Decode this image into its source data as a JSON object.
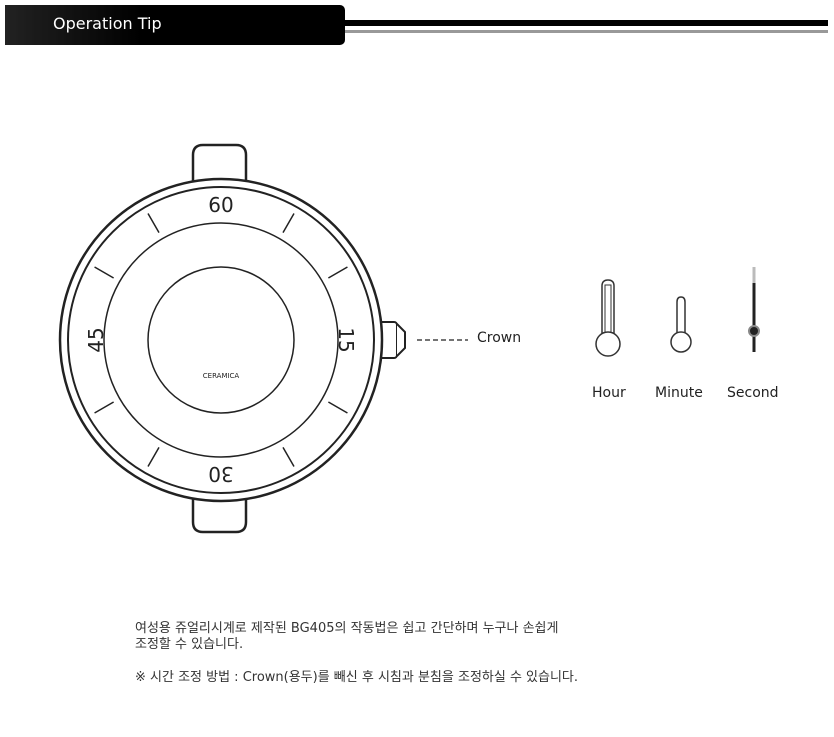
{
  "header": {
    "title": "Operation Tip"
  },
  "watch": {
    "brand": "CERAMICA",
    "bezel_numbers": [
      "60",
      "15",
      "30",
      "45"
    ],
    "crown_label": "Crown"
  },
  "hands": [
    {
      "label": "Hour"
    },
    {
      "label": "Minute"
    },
    {
      "label": "Second"
    }
  ],
  "description": {
    "line1": "여성용 쥬얼리시계로 제작된 BG405의 작동법은 쉽고 간단하며 누구나 손쉽게",
    "line2": "조정할 수 있습니다.",
    "note": "※ 시간 조정 방법 : Crown(용두)를 빼신 후 시침과 분침을 조정하실 수 있습니다."
  }
}
